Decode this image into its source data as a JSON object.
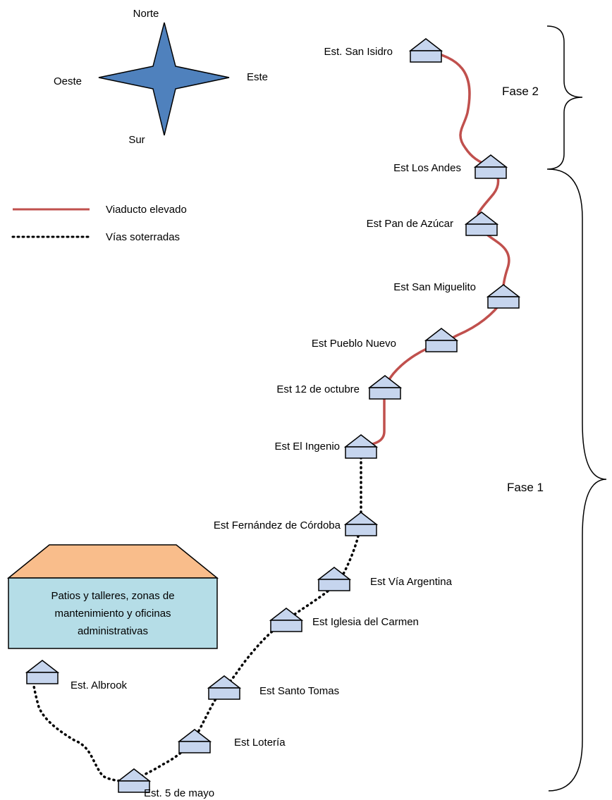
{
  "compass": {
    "north": "Norte",
    "south": "Sur",
    "east": "Este",
    "west": "Oeste"
  },
  "legend": {
    "viaduct": "Viaducto elevado",
    "underground": "Vías soterradas"
  },
  "phases": {
    "phase2": "Fase 2",
    "phase1": "Fase 1"
  },
  "facility": {
    "lines": [
      "Patios y talleres, zonas de",
      "mantenimiento y oficinas",
      "administrativas"
    ]
  },
  "stations": [
    {
      "name": "Est. San Isidro",
      "track": "viaduct"
    },
    {
      "name": "Est Los Andes",
      "track": "viaduct"
    },
    {
      "name": "Est Pan de Azúcar",
      "track": "viaduct"
    },
    {
      "name": "Est San Miguelito",
      "track": "viaduct"
    },
    {
      "name": "Est Pueblo Nuevo",
      "track": "viaduct"
    },
    {
      "name": "Est 12 de octubre",
      "track": "viaduct"
    },
    {
      "name": "Est El Ingenio",
      "track": "viaduct"
    },
    {
      "name": "Est Fernández de Córdoba",
      "track": "underground"
    },
    {
      "name": "Est Vía Argentina",
      "track": "underground"
    },
    {
      "name": "Est Iglesia del Carmen",
      "track": "underground"
    },
    {
      "name": "Est Santo Tomas",
      "track": "underground"
    },
    {
      "name": "Est Lotería",
      "track": "underground"
    },
    {
      "name": "Est. 5 de mayo",
      "track": "underground"
    },
    {
      "name": "Est. Albrook",
      "track": "underground"
    }
  ],
  "colors": {
    "viaduct": "#c0504d",
    "underground": "#000000",
    "station_fill": "#c6d5ee",
    "compass_fill": "#4f81bd",
    "facility_roof": "#f9bd8b",
    "facility_body": "#b5dde7"
  }
}
